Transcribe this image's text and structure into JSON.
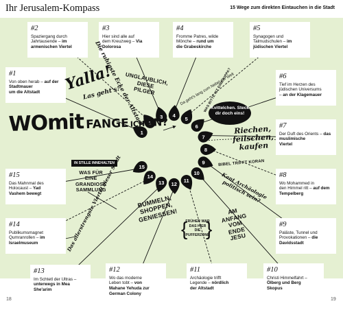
{
  "header": {
    "title": "Ihr Jerusalem-Kompass",
    "subtitle": "15 Wege zum direkten Eintauchen in die Stadt"
  },
  "page_numbers": {
    "left": "18",
    "right": "19"
  },
  "boxes": [
    {
      "num": "#1",
      "text": "Von oben herab –",
      "highlight": "auf der Stadtmauer\num die Altstadt"
    },
    {
      "num": "#2",
      "text": "Spaziergang durch\nJahrtausende –",
      "highlight": "im\narmenischen Viertel"
    },
    {
      "num": "#3",
      "text": "Hier sind alle auf\ndem Kreuzweg –",
      "highlight": "Via Dolorosa"
    },
    {
      "num": "#4",
      "text": "Fromme Patres, wilde\nMönche –",
      "highlight": "rund um\ndie Grabeskirche"
    },
    {
      "num": "#5",
      "text": "Synagogen und\nTalmudschulen –",
      "highlight": "im\njüdischen Viertel"
    },
    {
      "num": "#6",
      "text": "Tief im Herzen des\njüdischen Universums\n–",
      "highlight": "an der Klagemauer"
    },
    {
      "num": "#7",
      "text": "Der Duft des Orients –",
      "highlight": "das muslimische\nViertel"
    },
    {
      "num": "#8",
      "text": "Wo Mohammed in\nden Himmel ritt –",
      "highlight": "auf dem Tempelberg"
    },
    {
      "num": "#9",
      "text": "Paläste, Tunnel und\nProvokationen –",
      "highlight": "die Davidsstadt"
    },
    {
      "num": "#10",
      "text": "Christi Himmelfahrt –",
      "highlight": "Ölberg und Berg\nSkopus"
    },
    {
      "num": "#11",
      "text": "Archäologie trifft\nLegende –",
      "highlight": "nördlich\nder Altstadt"
    },
    {
      "num": "#12",
      "text": "Wo das moderne\nLeben tobt –",
      "highlight": "von\nMahane Yehuda zur\nGerman Colony"
    },
    {
      "num": "#13",
      "text": "Im Schtetl der Ultras –",
      "highlight": "unterwegs in Mea\nShe'arim"
    },
    {
      "num": "#14",
      "text": "Publikumsmagnet\nQumranrollen –",
      "highlight": "im Israelmuseum"
    },
    {
      "num": "#15",
      "text": "Das Mahnmal des\nHolocaust –",
      "highlight": "Yad\nVashem bewegt"
    }
  ],
  "pins": [
    "1",
    "2",
    "3",
    "4",
    "5",
    "6",
    "7",
    "8",
    "9",
    "10",
    "11",
    "12",
    "13",
    "14",
    "15"
  ],
  "center_question": {
    "wo": "WOmit",
    "fange": "FANGE",
    "ich": "ICH",
    "an": "AN?"
  },
  "annotations": {
    "yalla": "Yalla!",
    "lets_go": "Las geht's!",
    "ruhigste": "Die ruhigste Ecke der Altstadt",
    "unglaublich": "UNGLAUBLICH,\nDIESE\nPILGER",
    "nebel": "Da geht's lang zum Nebel der Welt",
    "was_bitte": "WAS BITTE IST EINE KIPPA?",
    "kvittelchen": "Kvittelchen. Steck\ndir doch eins!",
    "riechen": "Riechen,\nfeilschen,\nkaufen",
    "bibel": "BIBEL TRIFFT KORAN",
    "kant": "Kant Archäologie\npolitisch sein?",
    "stille": "IN STILLE INNEHALTEN",
    "grandiose": "WAS FÜR\nEINE\nGRANDIOSE\nSAMMLUNG",
    "allerstrengste": "Das allerstrengste Viertel dieser Stadt",
    "bummeln": "BUMMELN,\nSHOPPEN,\nGENIESSEN!",
    "pufferzone": "FRÜHER WAR\nDAS HIER\nDIE\nPUFFERZONE",
    "anfang": "AM\nANFANG\nVOM\nENDE\nJESU"
  }
}
